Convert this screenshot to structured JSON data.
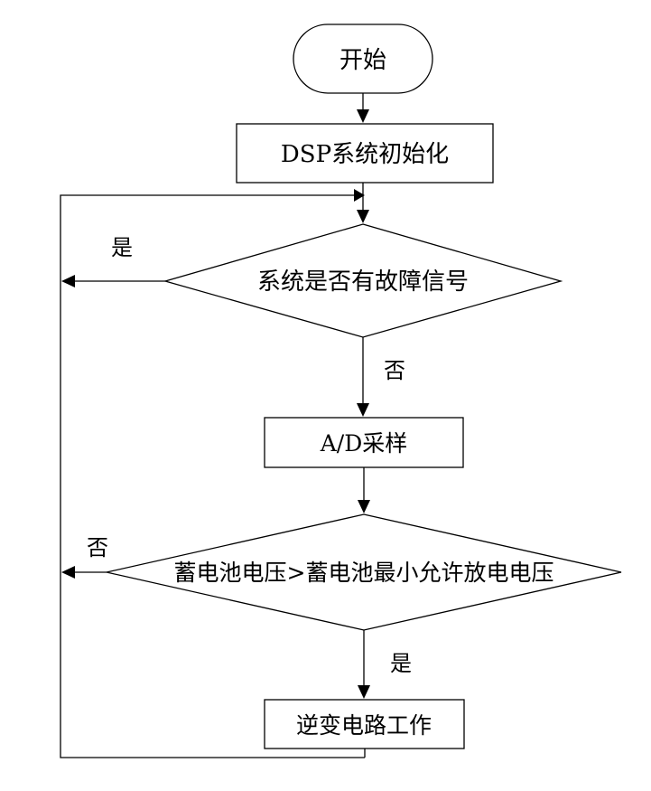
{
  "flowchart": {
    "start": {
      "label": "开始"
    },
    "init": {
      "label": "DSP系统初始化"
    },
    "fault_check": {
      "label": "系统是否有故障信号",
      "yes_label": "是",
      "no_label": "否"
    },
    "sampling": {
      "label": "A/D采样"
    },
    "voltage_check": {
      "label": "蓄电池电压>蓄电池最小允许放电电压",
      "yes_label": "是",
      "no_label": "否"
    },
    "inverter": {
      "label": "逆变电路工作"
    }
  }
}
